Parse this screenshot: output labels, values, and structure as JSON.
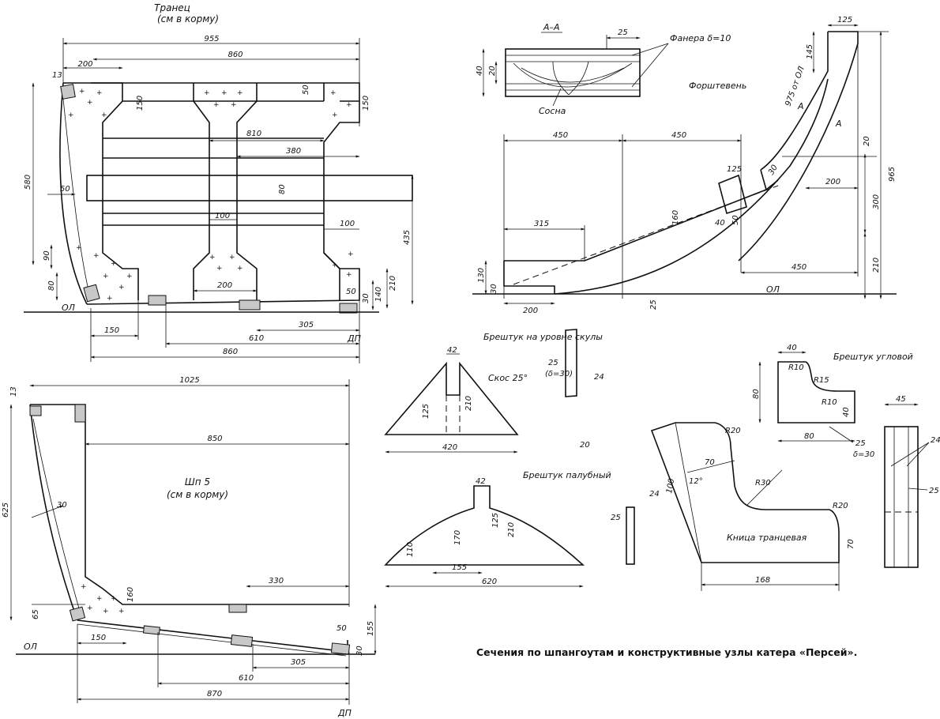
{
  "caption": "Сечения по шпангоутам и конструктивные узлы катера «Персей».",
  "transom": {
    "title_line1": "Транец",
    "title_line2": "(см в корму)",
    "dims": {
      "d955": "955",
      "d860_top": "860",
      "d200": "200",
      "d13": "13",
      "d150_a": "150",
      "d50_a": "50",
      "d150_b": "150",
      "d810": "810",
      "d380": "380",
      "d580": "580",
      "d50_b": "50",
      "d80_a": "80",
      "d100_a": "100",
      "d100_b": "100",
      "d435": "435",
      "d90": "90",
      "d80_b": "80",
      "d200_b": "200",
      "d210": "210",
      "d140": "140",
      "d50_c": "50",
      "d30": "30",
      "d150_c": "150",
      "d305": "305",
      "d610": "610",
      "d860_bot": "860"
    },
    "ol": "ОЛ",
    "dp": "ДП"
  },
  "frame5": {
    "title_line1": "Шп 5",
    "title_line2": "(см в корму)",
    "dims": {
      "d1025": "1025",
      "d13": "13",
      "d850": "850",
      "d625": "625",
      "d30": "30",
      "d330": "330",
      "d160": "160",
      "d65": "65",
      "d150": "150",
      "d50": "50",
      "d155": "155",
      "d30b": "30",
      "d305": "305",
      "d610": "610",
      "d870": "870"
    },
    "ol": "ОЛ",
    "dp": "ДП"
  },
  "section_aa": {
    "title": "А–А",
    "d25": "25",
    "d40": "40",
    "d20": "20",
    "plywood": "Фанера δ=10",
    "pine": "Сосна"
  },
  "stem": {
    "title": "Форштевень",
    "d125_top": "125",
    "d145": "145",
    "d975": "975 от ОЛ",
    "d450_a": "450",
    "d450_b": "450",
    "d20": "20",
    "d125_b": "125",
    "d30": "30",
    "d200": "200",
    "d965": "965",
    "d300": "300",
    "d160": "160",
    "d40": "40",
    "d50": "50",
    "d315": "315",
    "d450_c": "450",
    "d210": "210",
    "d130": "130",
    "d30b": "30",
    "d200b": "200",
    "d25": "25",
    "ol": "ОЛ",
    "arrow_a": "А"
  },
  "knee_chine": {
    "title": "Брештук на уровне скулы",
    "d42": "42",
    "bevel": "Скос 25°",
    "d125": "125",
    "d210": "210",
    "d420": "420",
    "d25": "25",
    "d_delta": "(δ=30)",
    "d24": "24",
    "d20": "20"
  },
  "knee_deck": {
    "title": "Брештук палубный",
    "d42": "42",
    "d125": "125",
    "d170": "170",
    "d210": "210",
    "d110": "110",
    "d155": "155",
    "d620": "620"
  },
  "knee_corner": {
    "title": "Брештук угловой",
    "d40_top": "40",
    "r10_a": "R10",
    "r15": "R15",
    "r10_b": "R10",
    "d80_side": "80",
    "d40_side": "40",
    "d80_bot": "80",
    "d25": "25",
    "d_delta": "δ=30"
  },
  "knee_transom": {
    "title": "Кница транцевая",
    "r20_a": "R20",
    "d70_a": "70",
    "d12": "12°",
    "d100": "100",
    "r30": "R30",
    "r20_b": "R20",
    "d70_b": "70",
    "d168": "168",
    "d24": "24",
    "d25": "25"
  },
  "strip": {
    "d45": "45",
    "d24": "24",
    "d25": "25"
  }
}
